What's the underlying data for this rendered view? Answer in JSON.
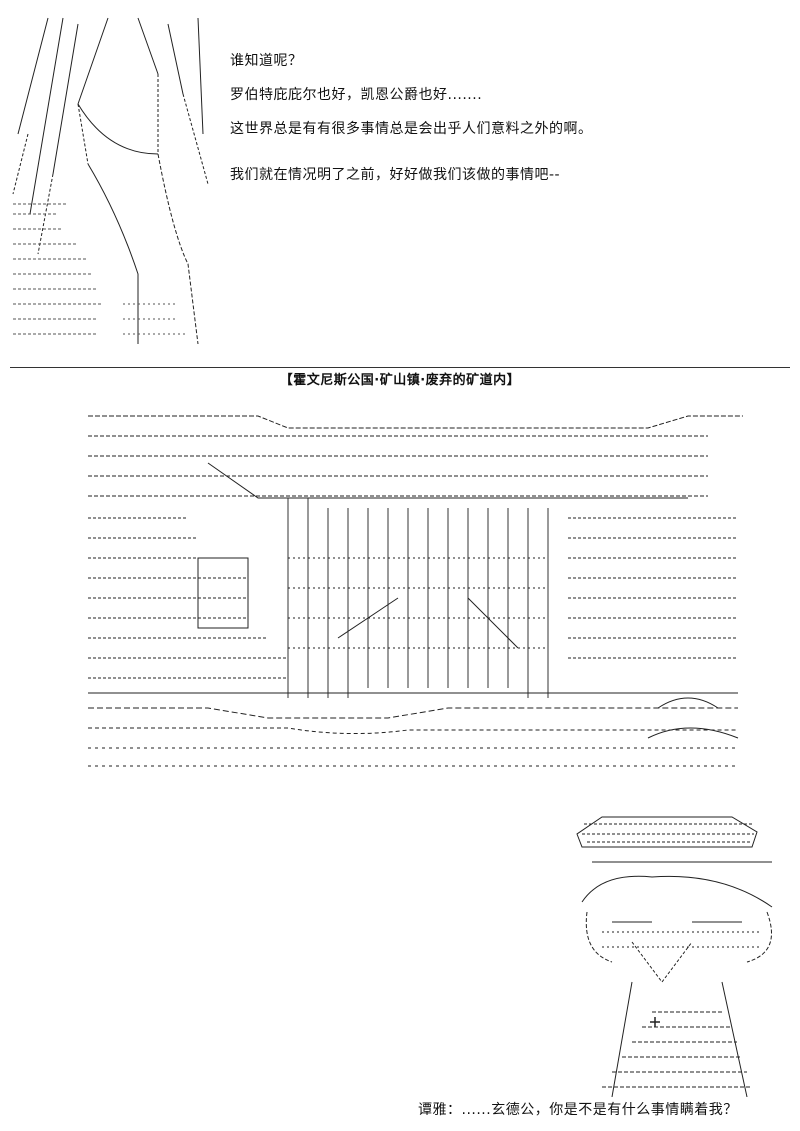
{
  "narration": {
    "lines": [
      "谁知道呢？",
      "罗伯特庇庇尔也好，凯恩公爵也好.......",
      "这世界总是有有很多事情总是会出乎人们意料之外的啊。",
      "我们就在情况明了之前，好好做我们该做的事情吧--"
    ]
  },
  "location": "【霍文尼斯公国·矿山镇·废弃的矿道内】",
  "dialogue": {
    "text": "谭雅：......玄德公，你是不是有什么事情瞒着我？"
  }
}
